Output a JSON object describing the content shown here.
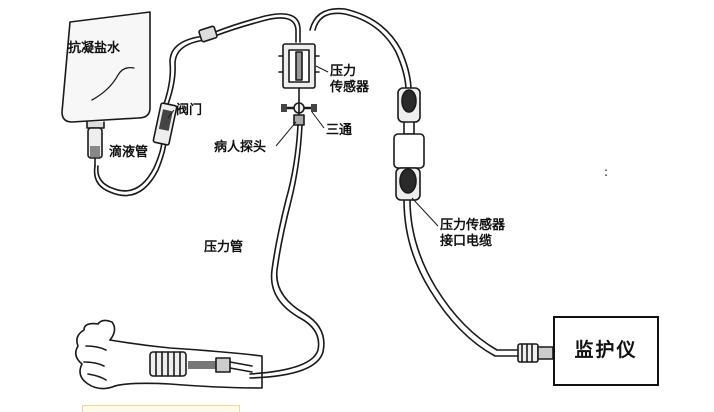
{
  "labels": {
    "saline_bag": "抗凝盐水",
    "valve": "阀门",
    "drip_tube": "滴液管",
    "pressure_sensor_line1": "压力",
    "pressure_sensor_line2": "传感器",
    "patient_probe": "病人探头",
    "three_way": "三通",
    "pressure_tube": "压力管",
    "sensor_cable_line1": "压力传感器",
    "sensor_cable_line2": "接口电缆",
    "monitor": "监护仪",
    "dot_mark": ":"
  },
  "colors": {
    "line": "#1a1a1a",
    "fill_dark": "#2a2a2a",
    "fill_mid": "#888888",
    "fill_light": "#eeeeee",
    "bag_fill": "#f7f7f7"
  }
}
